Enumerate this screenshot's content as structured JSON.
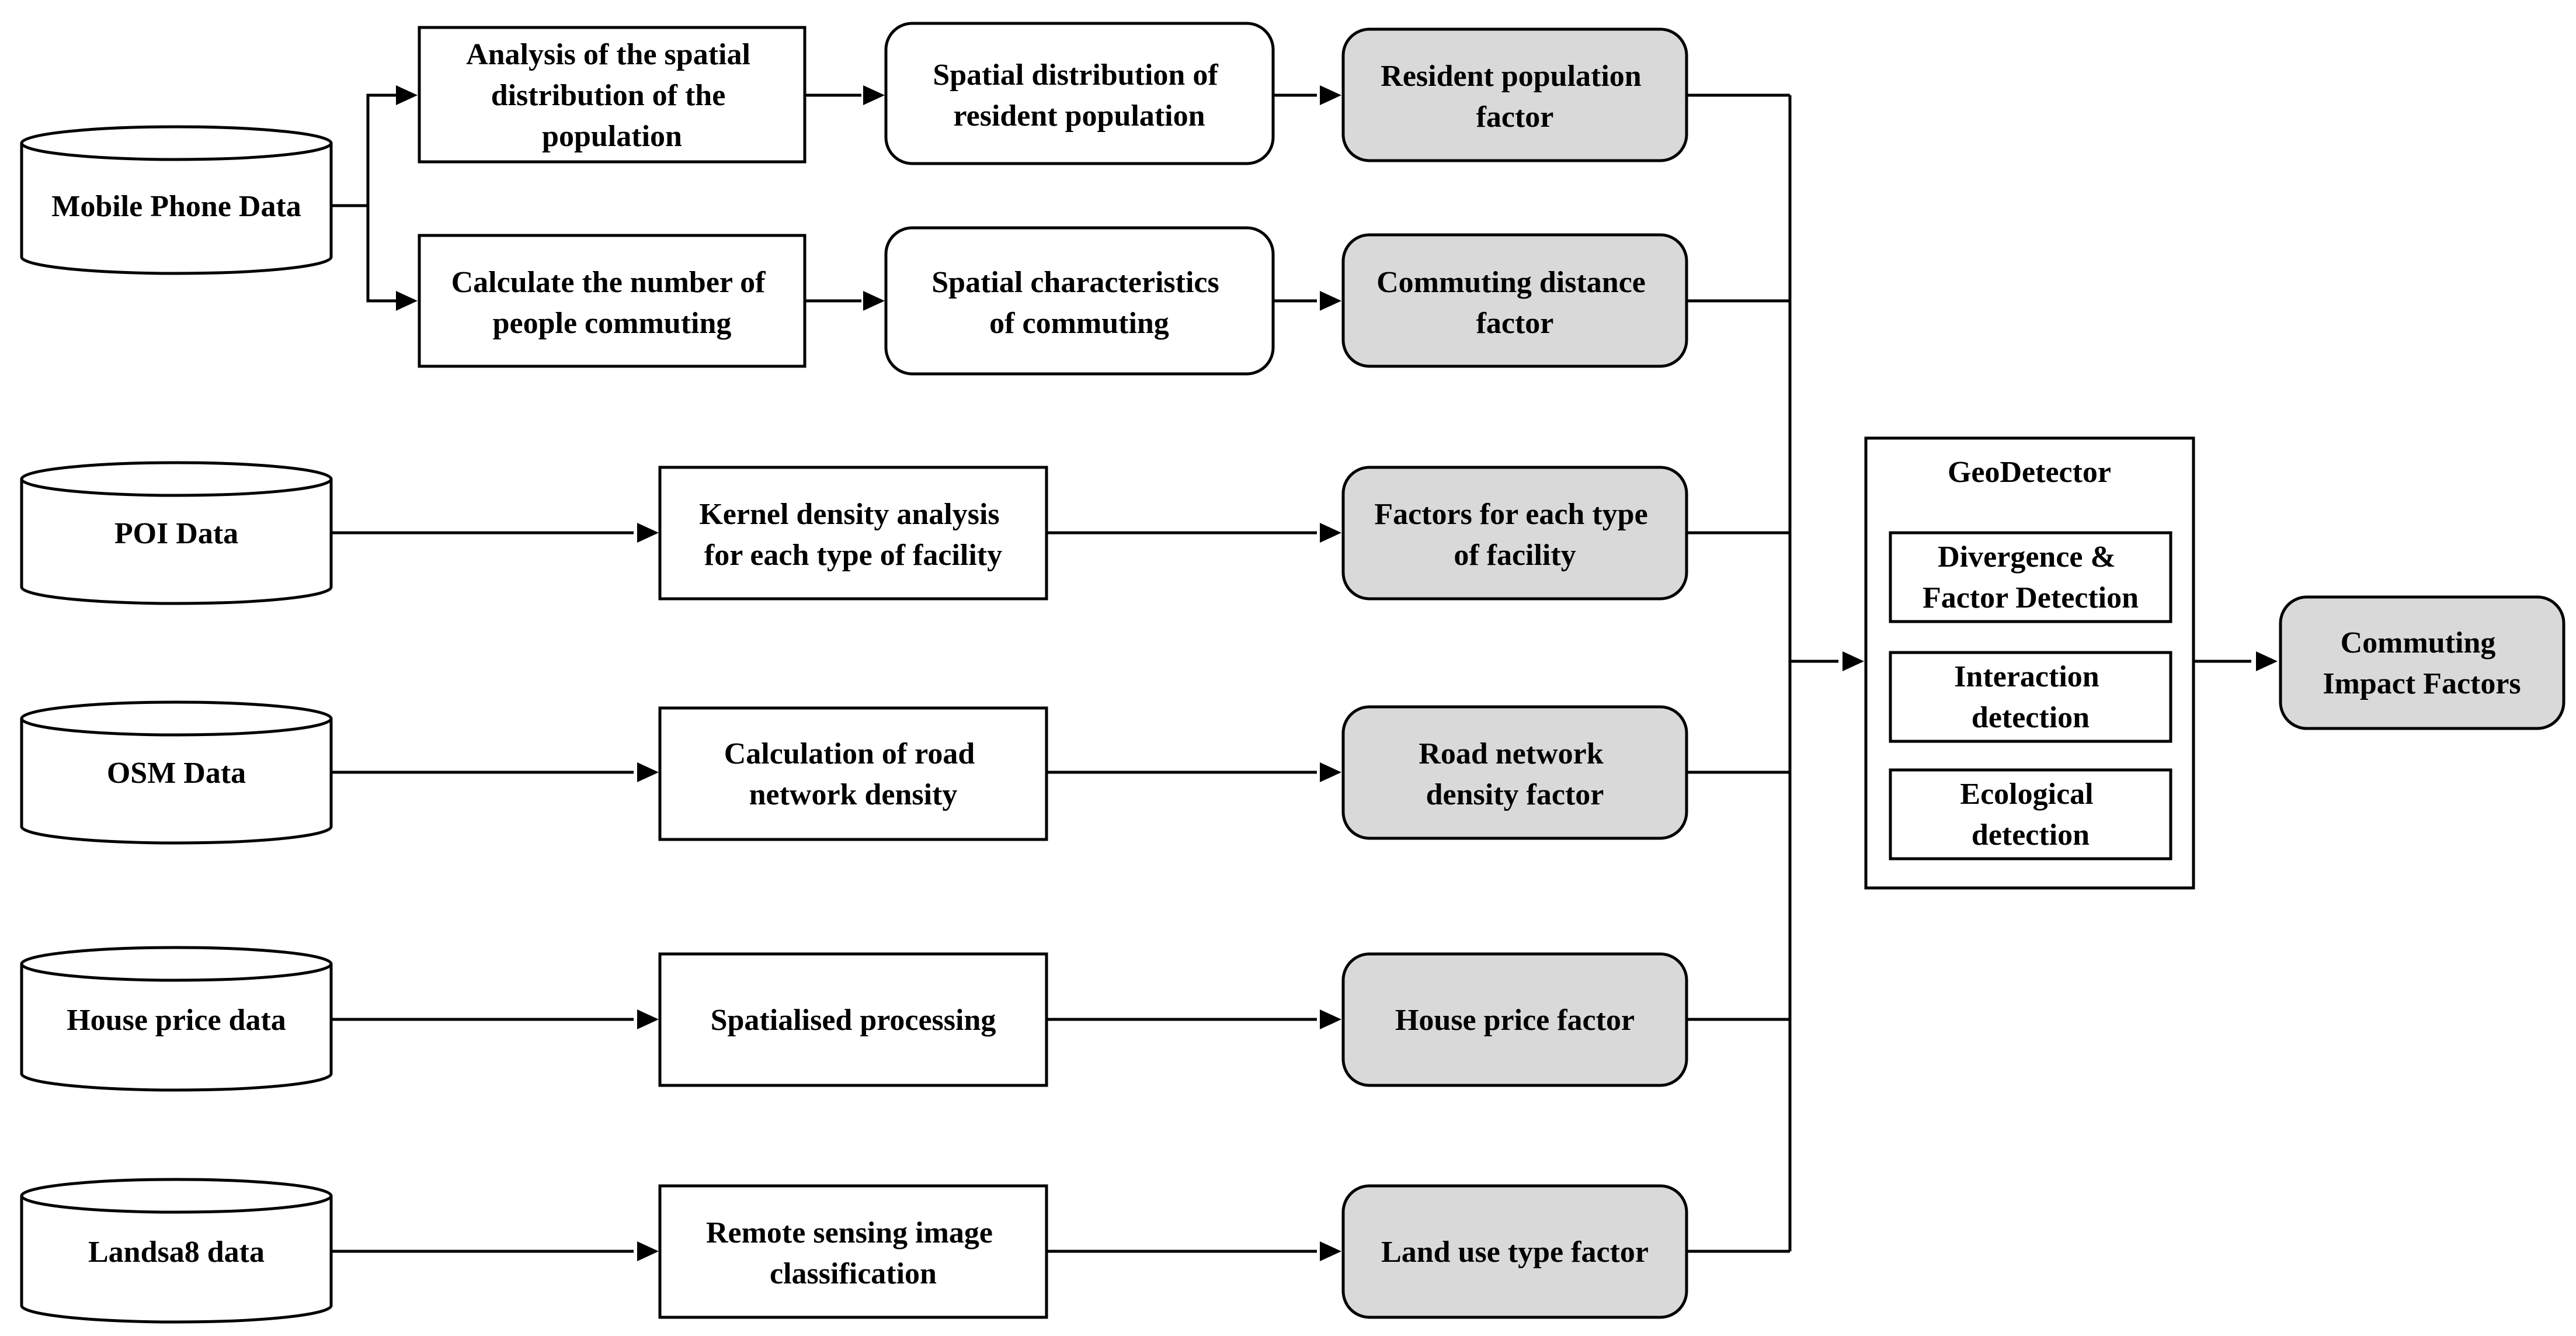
{
  "sources": {
    "mobile": "Mobile Phone Data",
    "poi": "POI Data",
    "osm": "OSM Data",
    "house": "House price data",
    "landsat": "Landsa8 data"
  },
  "processes": {
    "spatial_analysis": [
      "Analysis of the spatial",
      "distribution of the",
      "population"
    ],
    "commute_count": [
      "Calculate the number of",
      "people commuting"
    ],
    "kernel_density": [
      "Kernel density analysis",
      "for each type of facility"
    ],
    "road_density": [
      "Calculation of road",
      "network density"
    ],
    "spatialised": [
      "Spatialised processing"
    ],
    "remote_sensing": [
      "Remote sensing image",
      "classification"
    ]
  },
  "intermediates": {
    "resident_distribution": [
      "Spatial distribution of",
      "resident population"
    ],
    "commuting_characteristics": [
      "Spatial characteristics",
      "of commuting"
    ]
  },
  "factors": {
    "resident": [
      "Resident population",
      "factor"
    ],
    "distance": [
      "Commuting distance",
      "factor"
    ],
    "facility": [
      "Factors for each type",
      "of facility"
    ],
    "road": [
      "Road network",
      "density factor"
    ],
    "house": [
      "House price factor"
    ],
    "landuse": [
      "Land use type factor"
    ]
  },
  "geodetector": {
    "title": "GeoDetector",
    "divergence": [
      "Divergence &",
      "Factor Detection"
    ],
    "interaction": [
      "Interaction",
      "detection"
    ],
    "ecological": [
      "Ecological",
      "detection"
    ]
  },
  "output": [
    "Commuting",
    "Impact Factors"
  ]
}
